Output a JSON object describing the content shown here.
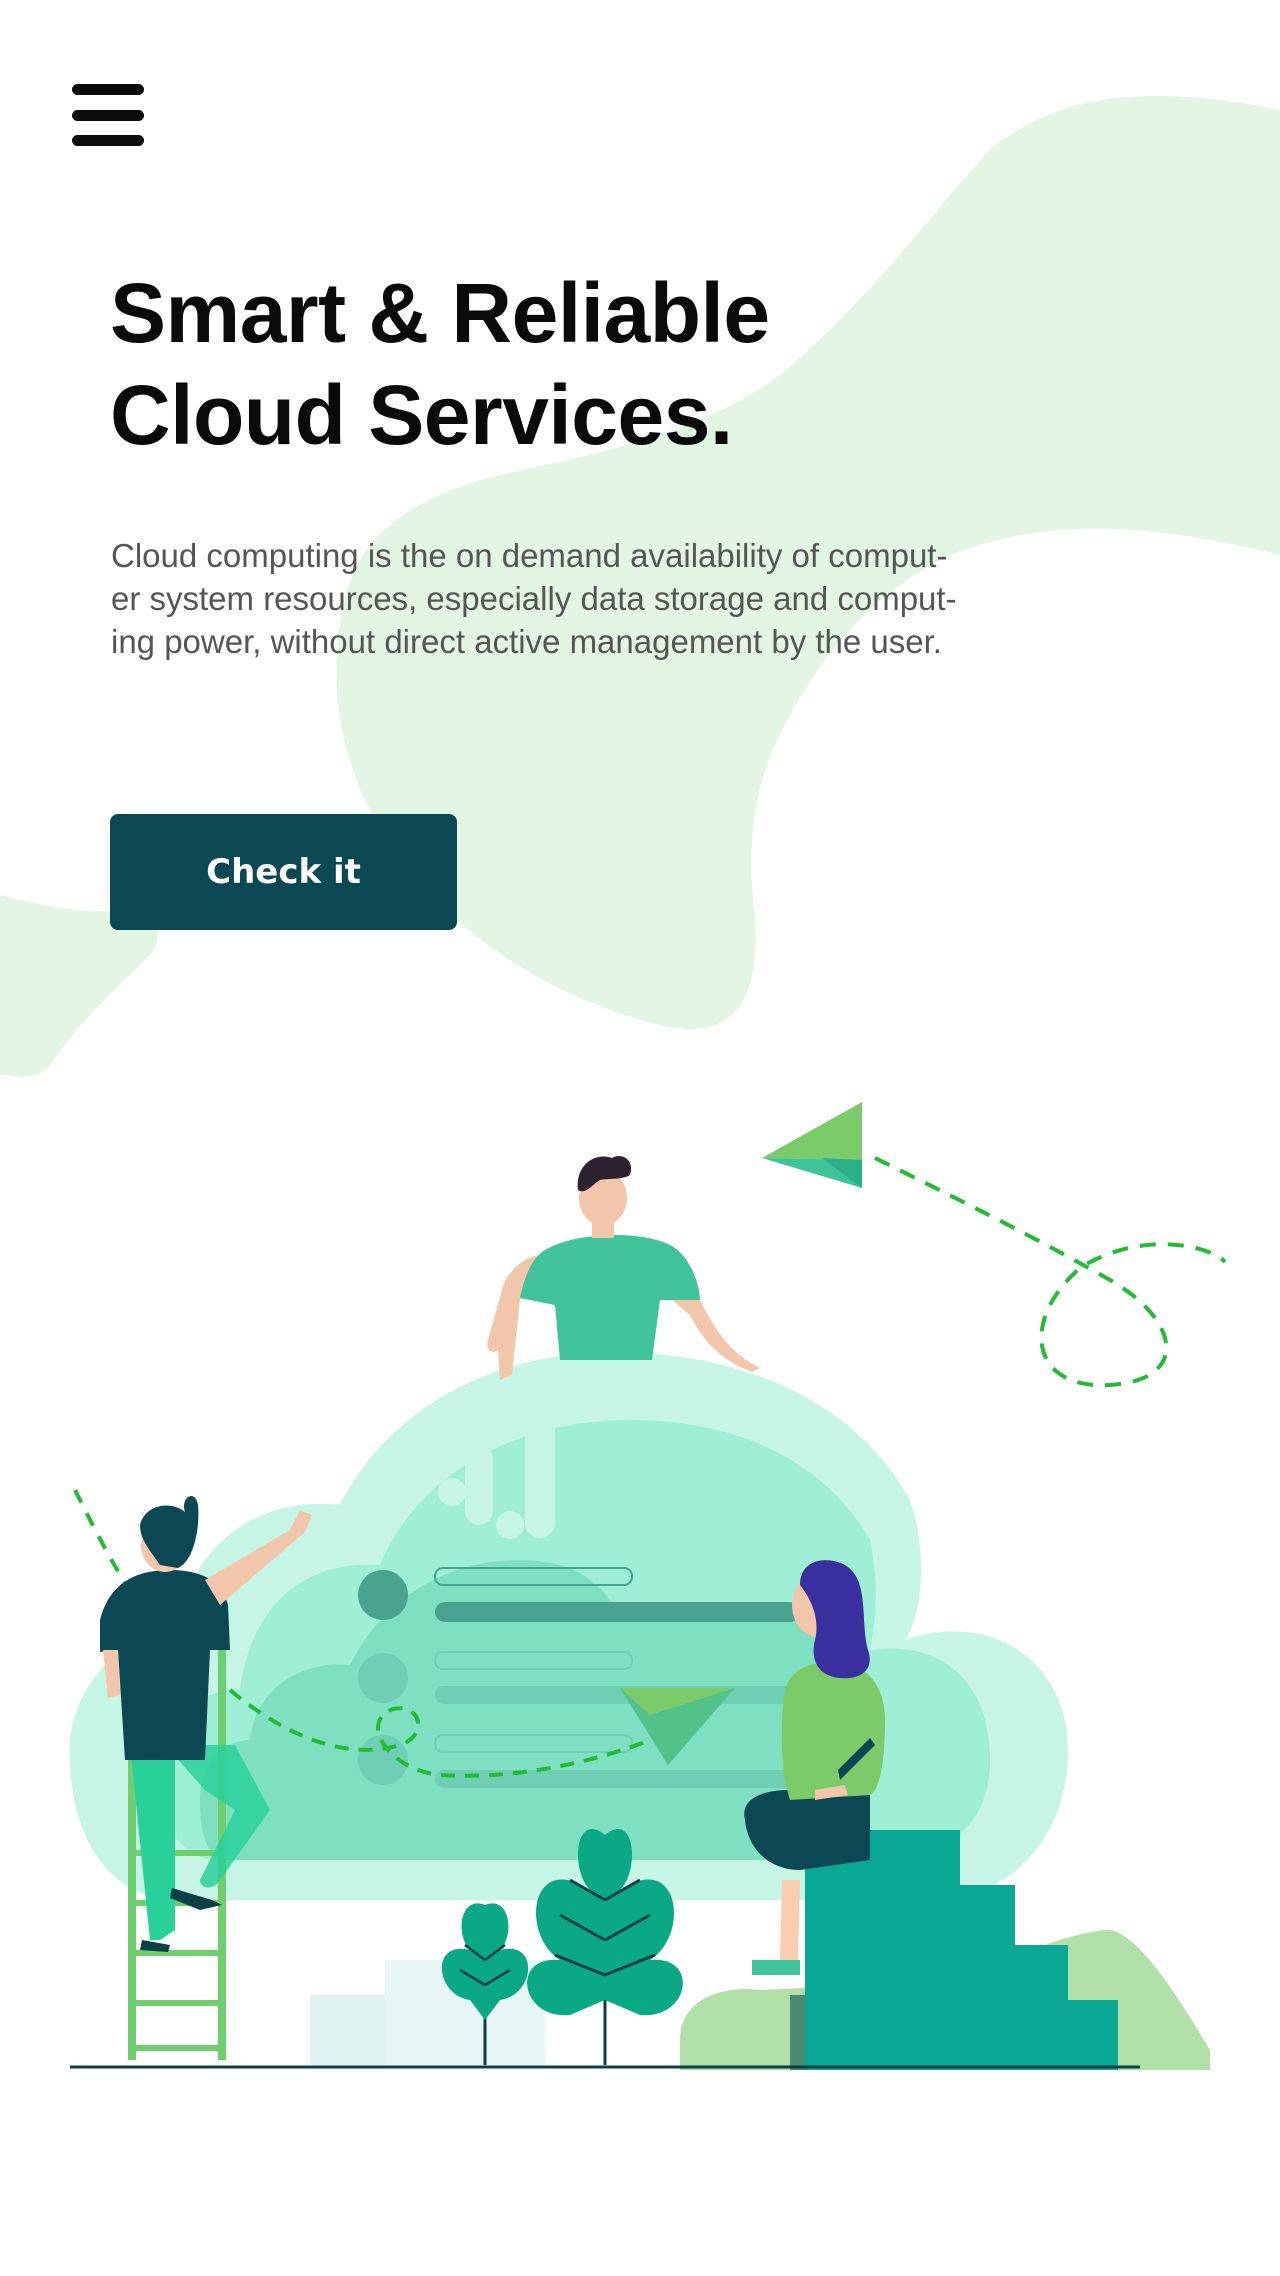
{
  "hero": {
    "title_lines": [
      "Smart & Reliable",
      "Cloud Services."
    ],
    "description_lines": [
      "Cloud computing is the on demand availability of comput-",
      "er system resources, especially data storage and comput-",
      "ing power, without direct active management by the user."
    ],
    "cta_label": "Check it"
  },
  "icons": {
    "menu": "hamburger-menu-icon",
    "paper_plane": "paper-plane-icon"
  },
  "colors": {
    "background": "#ffffff",
    "blob": "#e3f5e3",
    "cta_bg": "#0c4754",
    "cta_text": "#ffffff",
    "title": "#0a0a0a",
    "body_text": "#555555",
    "accent_green": "#27ae60",
    "cloud": "#9ff0d8",
    "teal": "#0aa894"
  }
}
